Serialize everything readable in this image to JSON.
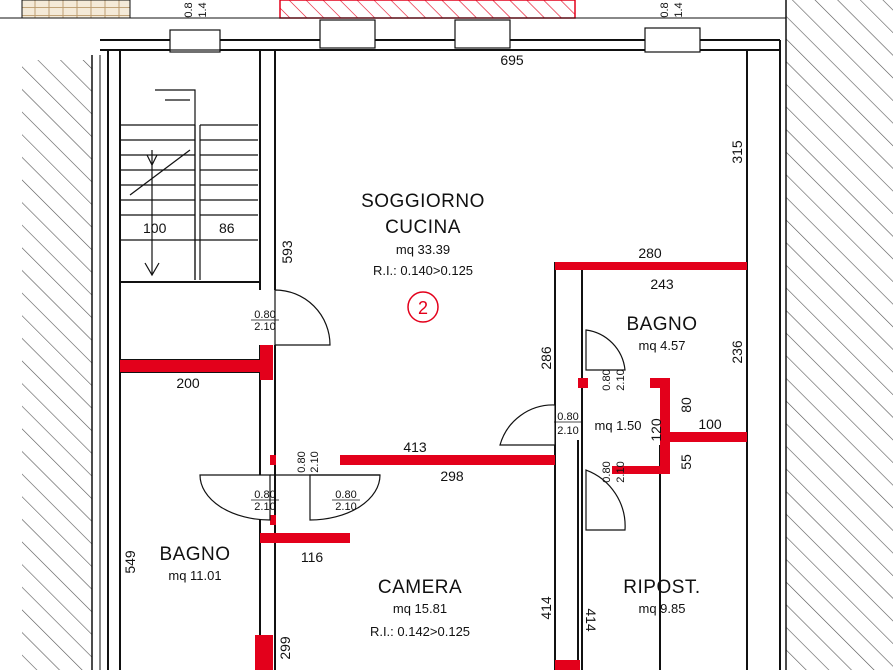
{
  "rooms": {
    "living": {
      "name1": "SOGGIORNO",
      "name2": "CUCINA",
      "area": "mq 33.39",
      "ri": "R.I.: 0.140>0.125",
      "unit_number": "2"
    },
    "bath_top": {
      "name": "BAGNO",
      "area": "mq 4.57"
    },
    "hall": {
      "area": "mq 1.50"
    },
    "bath_left": {
      "name": "BAGNO",
      "area": "mq 11.01"
    },
    "bedroom": {
      "name": "CAMERA",
      "area": "mq 15.81",
      "ri": "R.I.: 0.142>0.125"
    },
    "storage": {
      "name": "RIPOST.",
      "area": "mq 9.85"
    }
  },
  "dimensions": {
    "d695": "695",
    "d315": "315",
    "d593": "593",
    "d280": "280",
    "d243": "243",
    "d286": "286",
    "d236": "236",
    "d80": "80",
    "d100": "100",
    "d120": "120",
    "d55": "55",
    "d200": "200",
    "d413": "413",
    "d298": "298",
    "d116": "116",
    "d549": "549",
    "d414a": "414",
    "d414b": "414",
    "d299": "299",
    "stair_100": "100",
    "stair_86": "86"
  },
  "doors": {
    "width": "0.80",
    "height": "2.10"
  },
  "window_labels": {
    "left_top": "0.8",
    "left_bot": "1.4",
    "right_top": "0.8",
    "right_bot": "1.4"
  },
  "colors": {
    "wall": "#111111",
    "partition": "#e3001b",
    "hatch": "#555555",
    "tile": "#c8a878"
  }
}
